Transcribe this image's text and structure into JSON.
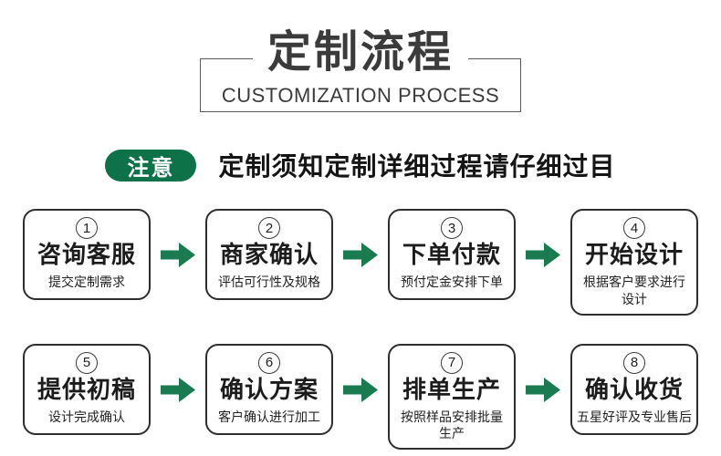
{
  "header": {
    "title": "定制流程",
    "subtitle": "CUSTOMIZATION PROCESS"
  },
  "notice": {
    "badge": "注意",
    "text": "定制须知定制详细过程请仔细过目"
  },
  "colors": {
    "badge_green": "#0e7249",
    "arrow_green": "#1a7b50",
    "frame_gray": "#5a5a5a",
    "box_border": "#2e2e2e",
    "title_gray": "#3b3b3b"
  },
  "steps": [
    {
      "num": "1",
      "title": "咨询客服",
      "desc": "提交定制需求"
    },
    {
      "num": "2",
      "title": "商家确认",
      "desc": "评估可行性及规格"
    },
    {
      "num": "3",
      "title": "下单付款",
      "desc": "预付定金安排下单"
    },
    {
      "num": "4",
      "title": "开始设计",
      "desc": "根据客户要求进行\n设计"
    },
    {
      "num": "5",
      "title": "提供初稿",
      "desc": "设计完成确认"
    },
    {
      "num": "6",
      "title": "确认方案",
      "desc": "客户确认进行加工"
    },
    {
      "num": "7",
      "title": "排单生产",
      "desc": "按照样品安排批量\n生产"
    },
    {
      "num": "8",
      "title": "确认收货",
      "desc": "五星好评及专业售后"
    }
  ]
}
